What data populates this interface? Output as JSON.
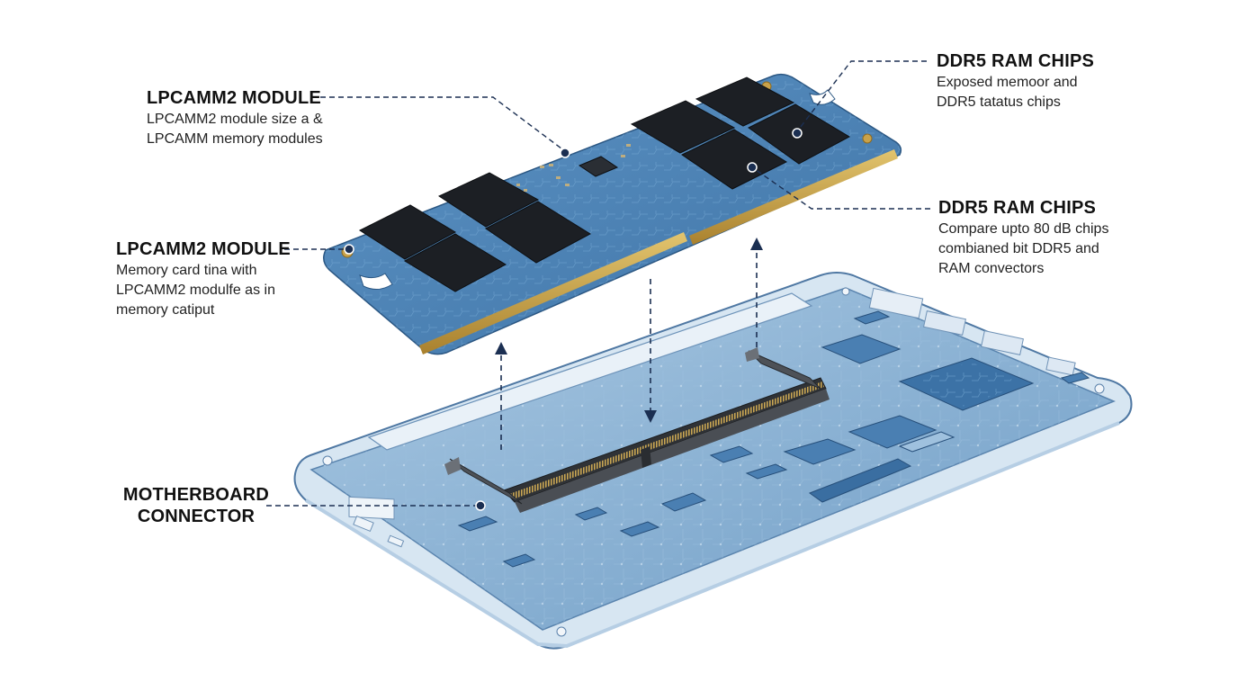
{
  "labels": {
    "lpcamm_top": {
      "title": "LPCAMM2 MODULE",
      "lines": [
        "LPCAMM2 module size a &",
        "LPCAMM memory modules"
      ]
    },
    "lpcamm_left": {
      "title": "LPCAMM2 MODULE",
      "lines": [
        "Memory card tina with",
        "LPCAMM2 modulfe as in",
        "memory catiput"
      ]
    },
    "ddr5_top": {
      "title": "DDR5 RAM CHIPS",
      "lines": [
        "Exposed memoor and",
        "DDR5 tatatus chips"
      ]
    },
    "ddr5_mid": {
      "title": "DDR5 RAM CHIPS",
      "lines": [
        "Compare upto 80 dB chips",
        "combianed bit DDR5 and",
        "RAM convectors"
      ]
    },
    "connector": {
      "title_lines": [
        "MOTHERBOARD",
        "CONNECTOR"
      ]
    }
  },
  "colors": {
    "board_blue": "#7fa9cc",
    "pcb_blue": "#4f86b8",
    "chip_black": "#1c1f24",
    "gold_contacts": "#c9a24a",
    "leader_navy": "#1b2f52",
    "connector_gray": "#3a3d42"
  }
}
